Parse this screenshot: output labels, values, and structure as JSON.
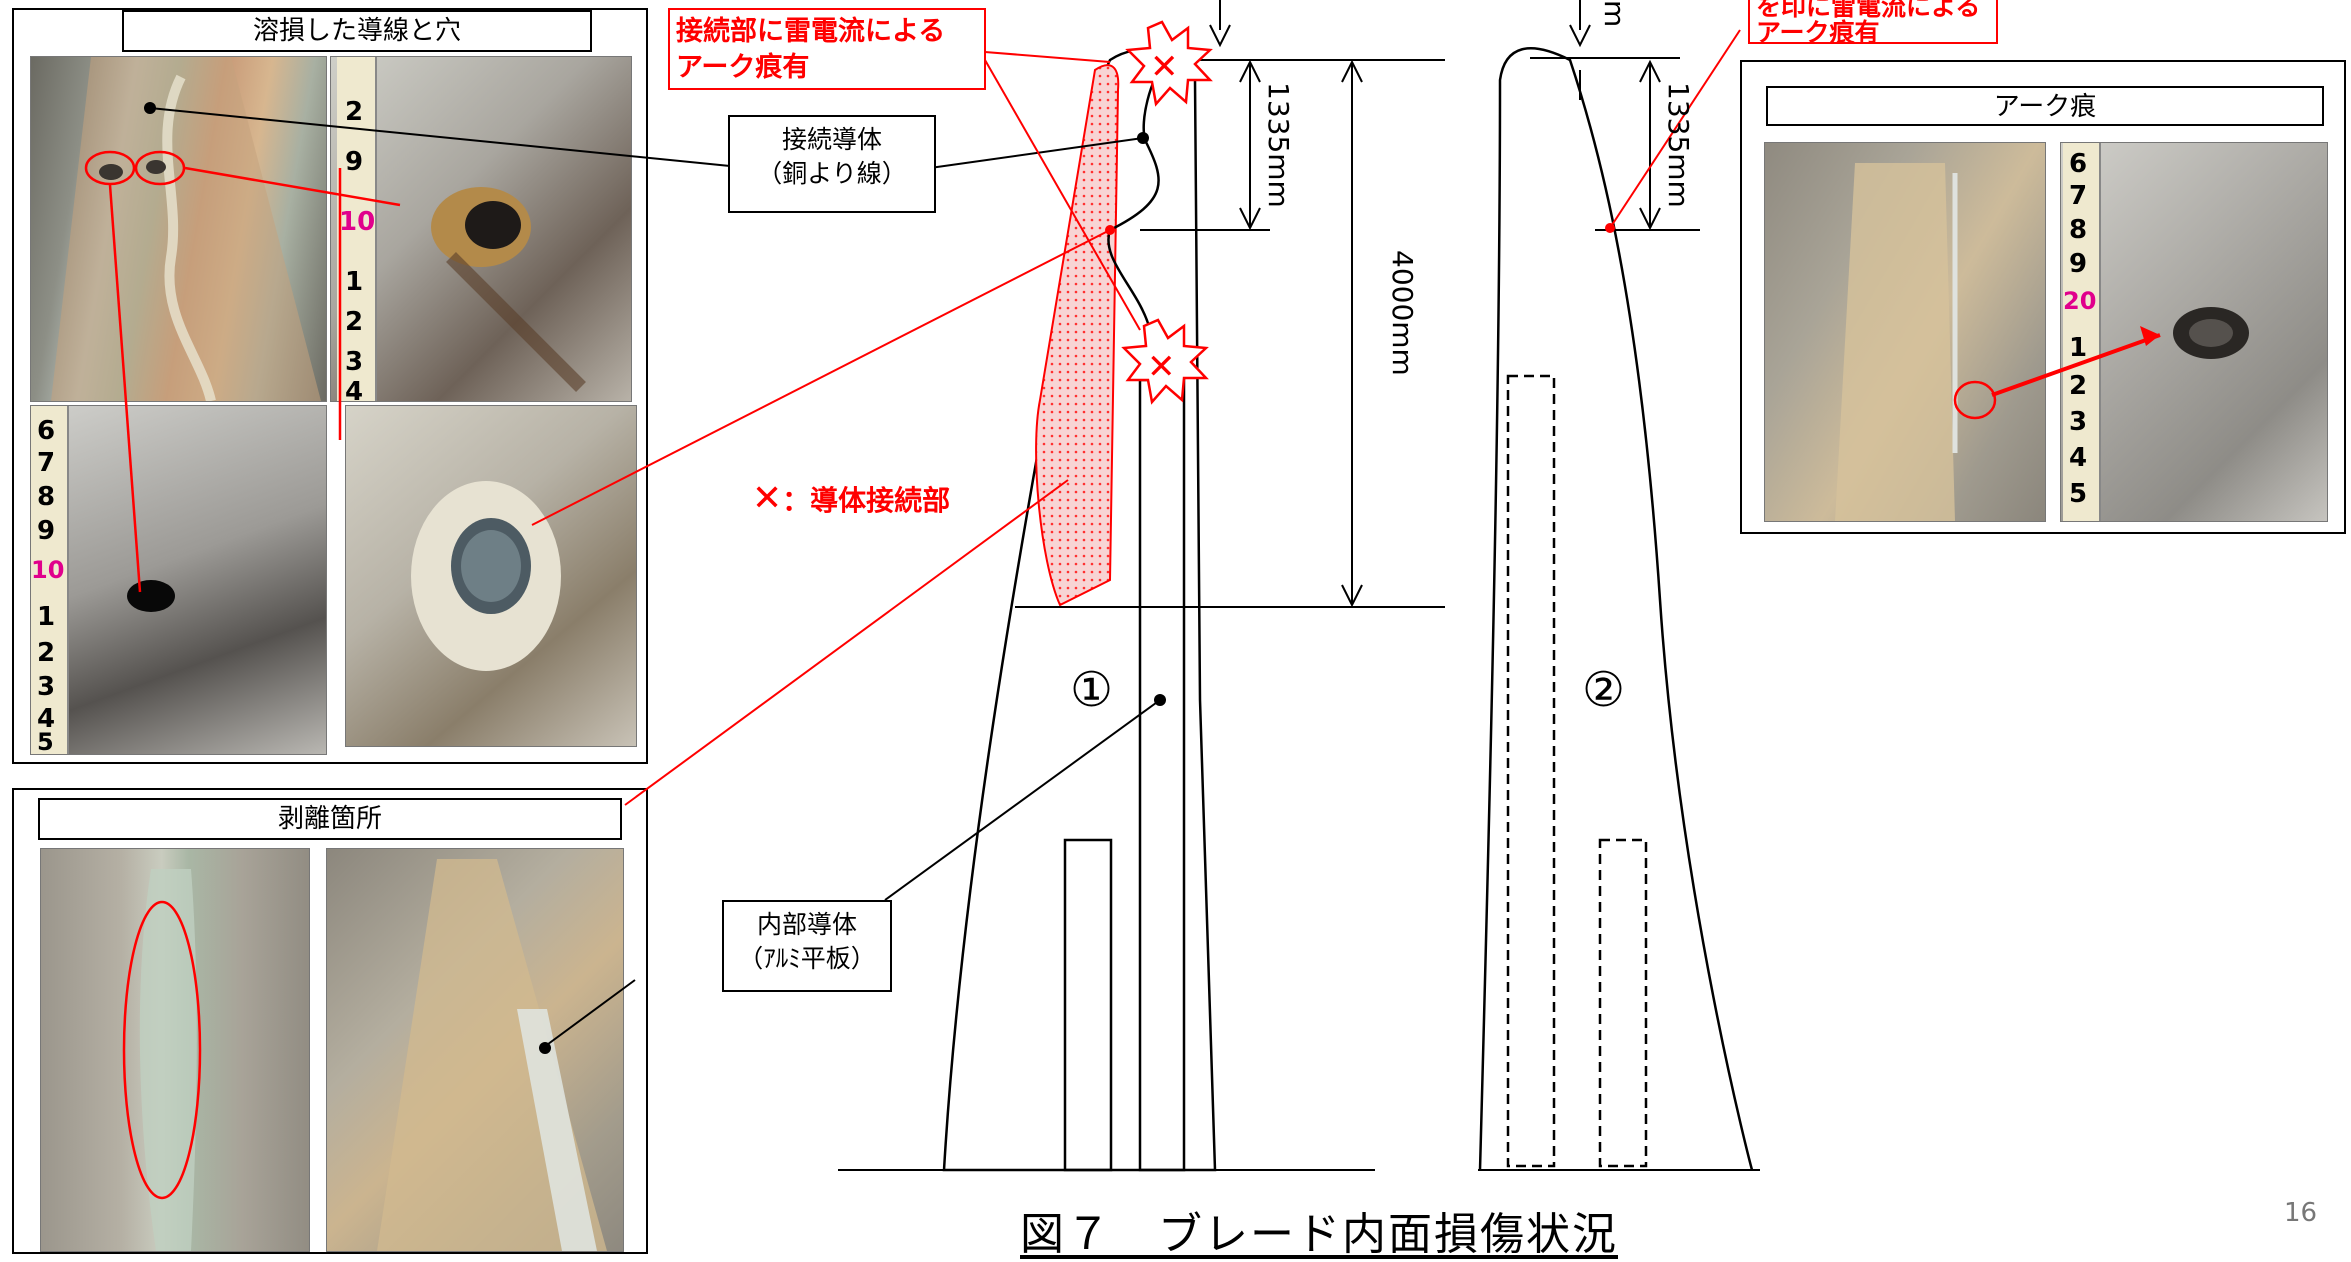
{
  "panels": {
    "melted": {
      "title": "溶損した導線と穴"
    },
    "peeling": {
      "title": "剥離箇所"
    },
    "arc": {
      "title": "アーク痕"
    }
  },
  "labels": {
    "connecting_conductor": {
      "line1": "接続導体",
      "line2": "（銅より線）"
    },
    "internal_conductor": {
      "line1": "内部導体",
      "line2": "（ｱﾙﾐ平板）"
    }
  },
  "notes": {
    "arc_left": {
      "line1": "接続部に雷電流による",
      "line2": "アーク痕有"
    },
    "arc_right": {
      "line1": "を印に雷電流による",
      "line2": "アーク痕有"
    }
  },
  "legend": {
    "mark": "✕",
    "text": "：導体接続部"
  },
  "dimensions": {
    "d1335_left": "1335mm",
    "d4000": "4000mm",
    "d1335_right": "1335mm",
    "top_cut": "m"
  },
  "blade_numbers": {
    "b1": "①",
    "b2": "②"
  },
  "caption": "図７　ブレード内面損傷状況",
  "page_number": "16",
  "ruler_digits": {
    "ruler_a": [
      "2",
      "9",
      "10",
      "1",
      "2",
      "3",
      "4"
    ],
    "ruler_b": [
      "6",
      "7",
      "8",
      "9",
      "10",
      "1",
      "2",
      "3",
      "4",
      "5"
    ],
    "ruler_c": [
      "6",
      "7",
      "8",
      "9",
      "20",
      "1",
      "2",
      "3",
      "4",
      "5"
    ]
  },
  "colors": {
    "accent_red": "#ff0000",
    "line_black": "#000000",
    "hatch_fill": "#f7c9c9"
  }
}
